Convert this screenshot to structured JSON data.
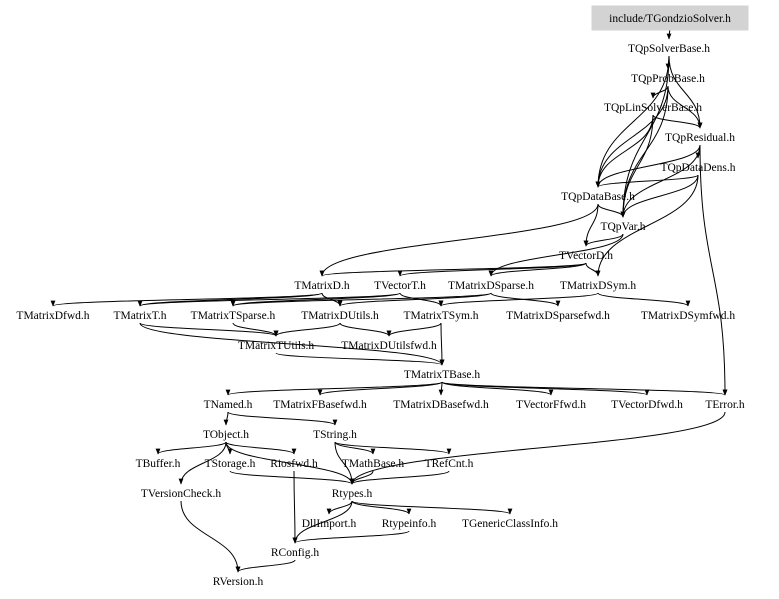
{
  "root": "include/TGondzioSolver.h",
  "colors": {
    "root_fill": "#d3d3d3",
    "edge": "#000000",
    "text": "#000000"
  },
  "nodes": [
    {
      "id": "root",
      "label": "include/TGondzioSolver.h"
    },
    {
      "id": "solverbase",
      "label": "TQpSolverBase.h"
    },
    {
      "id": "probbase",
      "label": "TQpProbBase.h"
    },
    {
      "id": "linsolver",
      "label": "TQpLinSolverBase.h"
    },
    {
      "id": "residual",
      "label": "TQpResidual.h"
    },
    {
      "id": "datadens",
      "label": "TQpDataDens.h"
    },
    {
      "id": "database",
      "label": "TQpDataBase.h"
    },
    {
      "id": "qpvar",
      "label": "TQpVar.h"
    },
    {
      "id": "vectord",
      "label": "TVectorD.h"
    },
    {
      "id": "matrixd",
      "label": "TMatrixD.h"
    },
    {
      "id": "vectort",
      "label": "TVectorT.h"
    },
    {
      "id": "matrixdsparse",
      "label": "TMatrixDSparse.h"
    },
    {
      "id": "matrixdsym",
      "label": "TMatrixDSym.h"
    },
    {
      "id": "matrixdfwd",
      "label": "TMatrixDfwd.h"
    },
    {
      "id": "matrixt",
      "label": "TMatrixT.h"
    },
    {
      "id": "matrixtsparse",
      "label": "TMatrixTSparse.h"
    },
    {
      "id": "matrixdutils",
      "label": "TMatrixDUtils.h"
    },
    {
      "id": "matrixtsym",
      "label": "TMatrixTSym.h"
    },
    {
      "id": "matrixdsparsefwd",
      "label": "TMatrixDSparsefwd.h"
    },
    {
      "id": "matrixdsymfwd",
      "label": "TMatrixDSymfwd.h"
    },
    {
      "id": "matrixtutils",
      "label": "TMatrixTUtils.h"
    },
    {
      "id": "matrixdutilsfwd",
      "label": "TMatrixDUtilsfwd.h"
    },
    {
      "id": "matrixtbase",
      "label": "TMatrixTBase.h"
    },
    {
      "id": "named",
      "label": "TNamed.h"
    },
    {
      "id": "matrixfbasefwd",
      "label": "TMatrixFBasefwd.h"
    },
    {
      "id": "matrixdbasefwd",
      "label": "TMatrixDBasefwd.h"
    },
    {
      "id": "vectorffwd",
      "label": "TVectorFfwd.h"
    },
    {
      "id": "vectordfwd",
      "label": "TVectorDfwd.h"
    },
    {
      "id": "error",
      "label": "TError.h"
    },
    {
      "id": "object",
      "label": "TObject.h"
    },
    {
      "id": "string",
      "label": "TString.h"
    },
    {
      "id": "buffer",
      "label": "TBuffer.h"
    },
    {
      "id": "storage",
      "label": "TStorage.h"
    },
    {
      "id": "riosfwd",
      "label": "Riosfwd.h"
    },
    {
      "id": "mathbase",
      "label": "TMathBase.h"
    },
    {
      "id": "refcnt",
      "label": "TRefCnt.h"
    },
    {
      "id": "versioncheck",
      "label": "TVersionCheck.h"
    },
    {
      "id": "rtypes",
      "label": "Rtypes.h"
    },
    {
      "id": "dllimport",
      "label": "DllImport.h"
    },
    {
      "id": "rtypeinfo",
      "label": "Rtypeinfo.h"
    },
    {
      "id": "genericclassinfo",
      "label": "TGenericClassInfo.h"
    },
    {
      "id": "rconfig",
      "label": "RConfig.h"
    },
    {
      "id": "rversion",
      "label": "RVersion.h"
    }
  ],
  "edges": [
    [
      "root",
      "solverbase"
    ],
    [
      "solverbase",
      "probbase"
    ],
    [
      "solverbase",
      "residual"
    ],
    [
      "solverbase",
      "database"
    ],
    [
      "solverbase",
      "qpvar"
    ],
    [
      "probbase",
      "linsolver"
    ],
    [
      "probbase",
      "residual"
    ],
    [
      "probbase",
      "database"
    ],
    [
      "probbase",
      "qpvar"
    ],
    [
      "linsolver",
      "residual"
    ],
    [
      "linsolver",
      "database"
    ],
    [
      "linsolver",
      "qpvar"
    ],
    [
      "residual",
      "datadens"
    ],
    [
      "residual",
      "database"
    ],
    [
      "residual",
      "qpvar"
    ],
    [
      "residual",
      "error"
    ],
    [
      "datadens",
      "database"
    ],
    [
      "datadens",
      "qpvar"
    ],
    [
      "datadens",
      "matrixdsym"
    ],
    [
      "database",
      "vectord"
    ],
    [
      "database",
      "qpvar"
    ],
    [
      "database",
      "matrixd"
    ],
    [
      "qpvar",
      "vectord"
    ],
    [
      "qpvar",
      "matrixdsparse"
    ],
    [
      "vectord",
      "matrixd"
    ],
    [
      "vectord",
      "vectort"
    ],
    [
      "vectord",
      "matrixdsparse"
    ],
    [
      "vectord",
      "matrixdsym"
    ],
    [
      "matrixd",
      "matrixdfwd"
    ],
    [
      "matrixd",
      "matrixt"
    ],
    [
      "matrixd",
      "matrixdutils"
    ],
    [
      "vectort",
      "matrixt"
    ],
    [
      "vectort",
      "matrixtsparse"
    ],
    [
      "vectort",
      "matrixtsym"
    ],
    [
      "matrixdsparse",
      "matrixtsparse"
    ],
    [
      "matrixdsparse",
      "matrixdutils"
    ],
    [
      "matrixdsparse",
      "matrixdsparsefwd"
    ],
    [
      "matrixdsym",
      "matrixtsym"
    ],
    [
      "matrixdsym",
      "matrixdsymfwd"
    ],
    [
      "matrixt",
      "matrixtutils"
    ],
    [
      "matrixt",
      "matrixtbase"
    ],
    [
      "matrixtsparse",
      "matrixtutils"
    ],
    [
      "matrixdutils",
      "matrixtutils"
    ],
    [
      "matrixdutils",
      "matrixdutilsfwd"
    ],
    [
      "matrixtsym",
      "matrixdutilsfwd"
    ],
    [
      "matrixtsym",
      "matrixtbase"
    ],
    [
      "matrixtutils",
      "matrixtbase"
    ],
    [
      "matrixtbase",
      "named"
    ],
    [
      "matrixtbase",
      "matrixfbasefwd"
    ],
    [
      "matrixtbase",
      "matrixdbasefwd"
    ],
    [
      "matrixtbase",
      "vectorffwd"
    ],
    [
      "matrixtbase",
      "vectordfwd"
    ],
    [
      "matrixtbase",
      "error"
    ],
    [
      "named",
      "object"
    ],
    [
      "named",
      "string"
    ],
    [
      "object",
      "buffer"
    ],
    [
      "object",
      "storage"
    ],
    [
      "object",
      "riosfwd"
    ],
    [
      "object",
      "versioncheck"
    ],
    [
      "object",
      "rtypes"
    ],
    [
      "string",
      "mathbase"
    ],
    [
      "string",
      "refcnt"
    ],
    [
      "string",
      "rtypes"
    ],
    [
      "storage",
      "rtypes"
    ],
    [
      "riosfwd",
      "rconfig"
    ],
    [
      "mathbase",
      "rtypes"
    ],
    [
      "refcnt",
      "rtypes"
    ],
    [
      "error",
      "rtypes"
    ],
    [
      "rtypes",
      "dllimport"
    ],
    [
      "rtypes",
      "rtypeinfo"
    ],
    [
      "rtypes",
      "genericclassinfo"
    ],
    [
      "rtypes",
      "rconfig"
    ],
    [
      "rtypeinfo",
      "rconfig"
    ],
    [
      "versioncheck",
      "rversion"
    ],
    [
      "rconfig",
      "rversion"
    ]
  ]
}
